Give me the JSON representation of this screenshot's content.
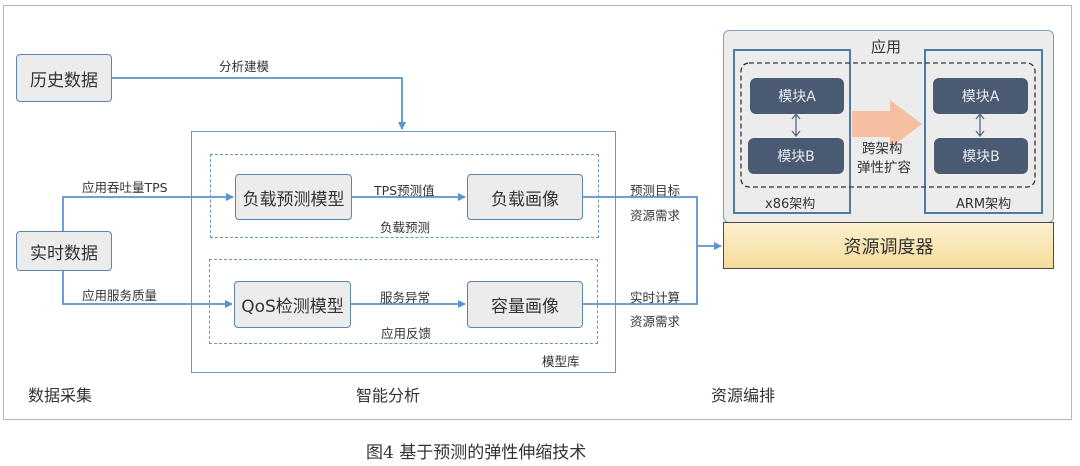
{
  "figure": {
    "caption": "图4   基于预测的弹性伸缩技术"
  },
  "sections": {
    "data_collection": "数据采集",
    "intelligent_analysis": "智能分析",
    "resource_orchestration": "资源编排"
  },
  "data_collection": {
    "historical_data": "历史数据",
    "realtime_data": "实时数据",
    "edge_modeling": "分析建模",
    "edge_tps": "应用吞吐量TPS",
    "edge_qos": "应用服务质量"
  },
  "analysis": {
    "model_library": "模型库",
    "load_prediction_group": "负载预测",
    "app_feedback_group": "应用反馈",
    "load_model": "负载预测模型",
    "load_profile": "负载画像",
    "edge_tps_pred": "TPS预测值",
    "qos_model": "QoS检测模型",
    "capacity_profile": "容量画像",
    "edge_anomaly": "服务异常",
    "out1_line1": "预测目标",
    "out1_line2": "资源需求",
    "out2_line1": "实时计算",
    "out2_line2": "资源需求"
  },
  "orchestration": {
    "app_title": "应用",
    "x86_label": "x86架构",
    "arm_label": "ARM架构",
    "module_a": "模块A",
    "module_b": "模块B",
    "migration_line1": "跨架构",
    "migration_line2": "弹性扩容",
    "scheduler": "资源调度器"
  },
  "colors": {
    "connector": "#5b93cc",
    "module_fill": "#4a5a72",
    "migration_arrow": "#f5bfa2",
    "scheduler_fill": "#f6dc9a"
  }
}
